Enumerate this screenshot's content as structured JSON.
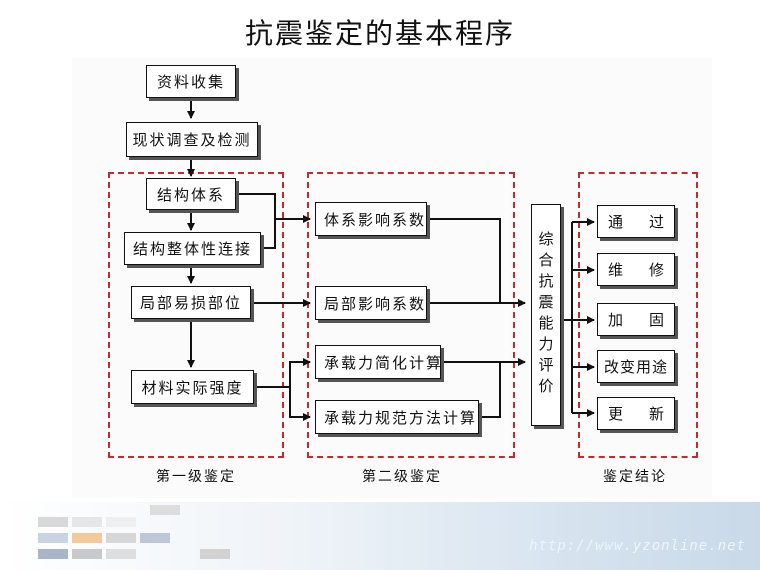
{
  "title": "抗震鉴定的基本程序",
  "stages": {
    "first": "第一级鉴定",
    "second": "第二级鉴定",
    "conclusion": "鉴定结论"
  },
  "pre_steps": [
    "资料收集",
    "现状调查及检测"
  ],
  "first_level": [
    "结构体系",
    "结构整体性连接",
    "局部易损部位",
    "材料实际强度"
  ],
  "second_level": [
    "体系影响系数",
    "局部影响系数",
    "承载力简化计算",
    "承载力规范方法计算"
  ],
  "evaluation": "综合抗震能力评价",
  "conclusions": [
    {
      "a": "通",
      "b": "过"
    },
    {
      "a": "维",
      "b": "修"
    },
    {
      "a": "加",
      "b": "固"
    },
    {
      "a": "改变用途",
      "b": ""
    },
    {
      "a": "更",
      "b": "新"
    }
  ],
  "footer_url": "http://www.yzonline.net"
}
